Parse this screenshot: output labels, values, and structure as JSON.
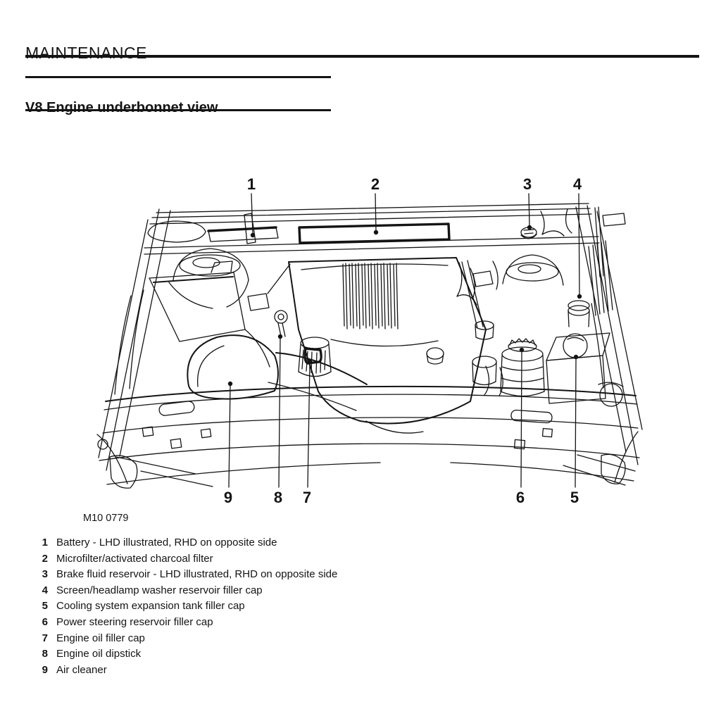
{
  "header": {
    "title": "MAINTENANCE"
  },
  "section": {
    "title": "V8 Engine underbonnet view"
  },
  "figure": {
    "caption": "M10 0779",
    "callouts": {
      "c1": "1",
      "c2": "2",
      "c3": "3",
      "c4": "4",
      "c5": "5",
      "c6": "6",
      "c7": "7",
      "c8": "8",
      "c9": "9"
    }
  },
  "legend": {
    "items": [
      {
        "num": "1",
        "text": "Battery - LHD illustrated, RHD on opposite side"
      },
      {
        "num": "2",
        "text": "Microfilter/activated charcoal filter"
      },
      {
        "num": "3",
        "text": "Brake fluid reservoir - LHD illustrated, RHD on opposite side"
      },
      {
        "num": "4",
        "text": "Screen/headlamp washer reservoir filler cap"
      },
      {
        "num": "5",
        "text": "Cooling system expansion tank filler cap"
      },
      {
        "num": "6",
        "text": "Power steering reservoir filler cap"
      },
      {
        "num": "7",
        "text": "Engine oil filler cap"
      },
      {
        "num": "8",
        "text": "Engine oil dipstick"
      },
      {
        "num": "9",
        "text": "Air cleaner"
      }
    ]
  },
  "colors": {
    "ink": "#141414",
    "paper": "#ffffff"
  }
}
